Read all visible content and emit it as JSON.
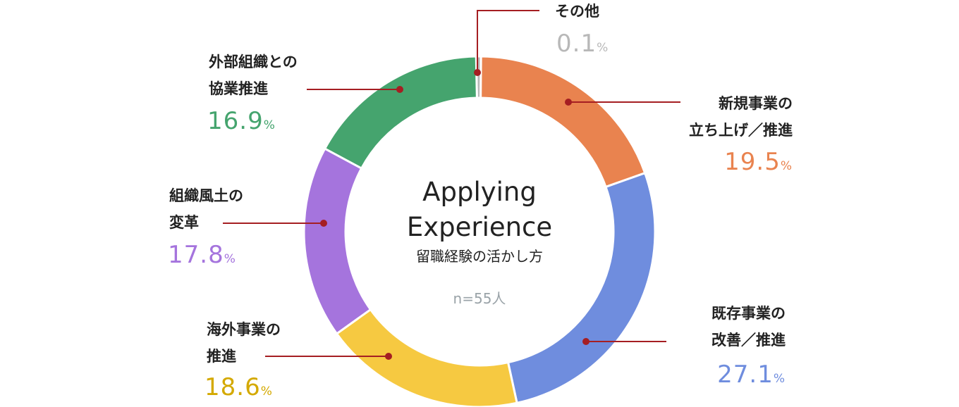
{
  "chart_data": {
    "type": "pie",
    "variant": "donut",
    "title": "Applying Experience",
    "subtitle": "留職経験の活かし方",
    "sample": "n=55人",
    "unit": "%",
    "leader_color": "#A51E22",
    "slices": [
      {
        "label_lines": [
          "その他"
        ],
        "value": 0.1,
        "value_text": "0.1",
        "color": "#B8B8B8"
      },
      {
        "label_lines": [
          "新規事業の",
          "立ち上げ／推進"
        ],
        "value": 19.5,
        "value_text": "19.5",
        "color": "#E9834F"
      },
      {
        "label_lines": [
          "既存事業の",
          "改善／推進"
        ],
        "value": 27.1,
        "value_text": "27.1",
        "color": "#6F8DDE"
      },
      {
        "label_lines": [
          "海外事業の",
          "推進"
        ],
        "value": 18.6,
        "value_text": "18.6",
        "color": "#F6C941",
        "text_color": "#D4A900"
      },
      {
        "label_lines": [
          "組織風土の",
          "変革"
        ],
        "value": 17.8,
        "value_text": "17.8",
        "color": "#A574DD"
      },
      {
        "label_lines": [
          "外部組織との",
          "協業推進"
        ],
        "value": 16.9,
        "value_text": "16.9",
        "color": "#45A46E"
      }
    ]
  }
}
